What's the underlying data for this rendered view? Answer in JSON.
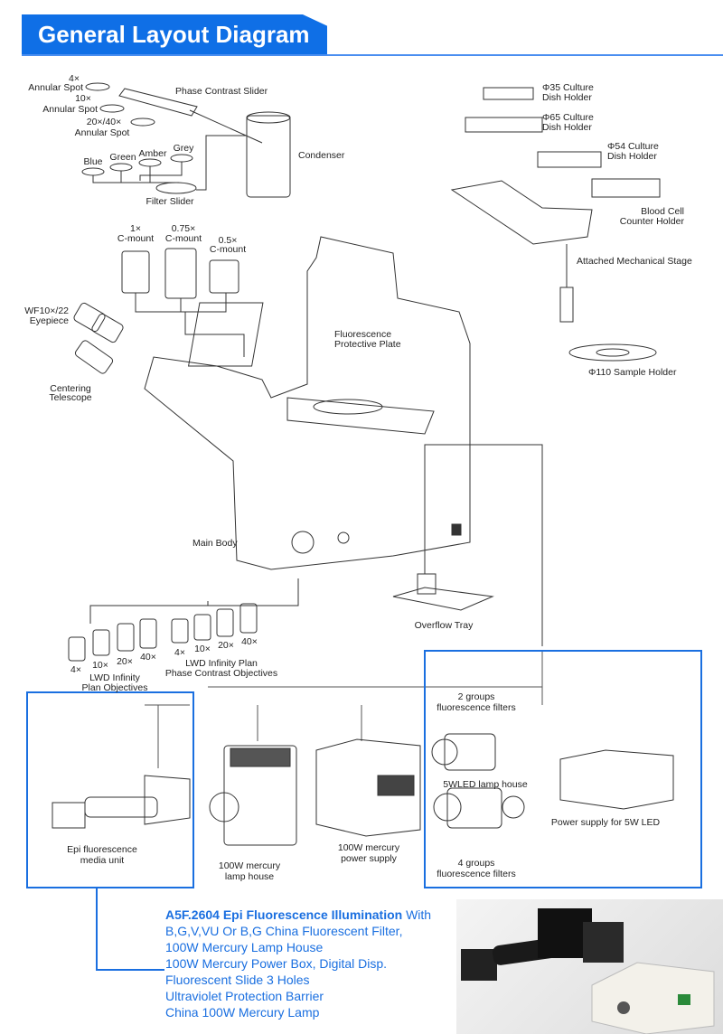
{
  "header": {
    "title": "General Layout Diagram",
    "accent": "#0f6fe6"
  },
  "labels": {
    "spot4_mag": "4×",
    "spot4": "Annular Spot",
    "spot10_mag": "10×",
    "spot10": "Annular Spot",
    "spot2040_mag": "20×/40×",
    "spot2040": "Annular Spot",
    "phase_slider": "Phase Contrast Slider",
    "blue": "Blue",
    "green": "Green",
    "amber": "Amber",
    "grey": "Grey",
    "filter_slider": "Filter Slider",
    "condenser": "Condenser",
    "cmount1_mag": "1×",
    "cmount1": "C-mount",
    "cmount075_mag": "0.75×",
    "cmount075": "C-mount",
    "cmount05_mag": "0.5×",
    "cmount05": "C-mount",
    "eyepiece1": "WF10×/22",
    "eyepiece2": "Eyepiece",
    "telescope1": "Centering",
    "telescope2": "Telescope",
    "plate1": "Fluorescence",
    "plate2": "Protective Plate",
    "main_body": "Main Body",
    "dish35_1": "Φ35 Culture",
    "dish35_2": "Dish Holder",
    "dish65_1": "Φ65 Culture",
    "dish65_2": "Dish Holder",
    "dish54_1": "Φ54 Culture",
    "dish54_2": "Dish Holder",
    "blood1": "Blood Cell",
    "blood2": "Counter Holder",
    "stage": "Attached Mechanical Stage",
    "sample_holder": "Φ110 Sample Holder",
    "overflow": "Overflow Tray",
    "obj_a": [
      "4×",
      "10×",
      "20×",
      "40×"
    ],
    "obj_b": [
      "4×",
      "10×",
      "20×",
      "40×"
    ],
    "lwd1": "LWD Infinity",
    "lwd2": "Plan Objectives",
    "lwdpc1": "LWD Infinity Plan",
    "lwdpc2": "Phase Contrast Objectives",
    "epi1": "Epi fluorescence",
    "epi2": "media unit",
    "lamp1": "100W mercury",
    "lamp2": "lamp house",
    "psu1": "100W mercury",
    "psu2": "power supply",
    "g2_1": "2 groups",
    "g2_2": "fluorescence filters",
    "led_lamp": "5WLED lamp house",
    "led_psu": "Power supply for 5W LED",
    "g4_1": "4 groups",
    "g4_2": "fluorescence filters"
  },
  "description": {
    "title": "A5F.2604 Epi Fluorescence Illumination",
    "title_tail": " With",
    "lines": [
      "B,G,V,VU Or B,G China Fluorescent Filter,",
      "100W Mercury Lamp House",
      "100W Mercury Power Box, Digital Disp.",
      "Fluorescent Slide 3 Holes",
      "Ultraviolet Protection Barrier",
      "China 100W Mercury Lamp"
    ],
    "color": "#1a6fe0"
  }
}
